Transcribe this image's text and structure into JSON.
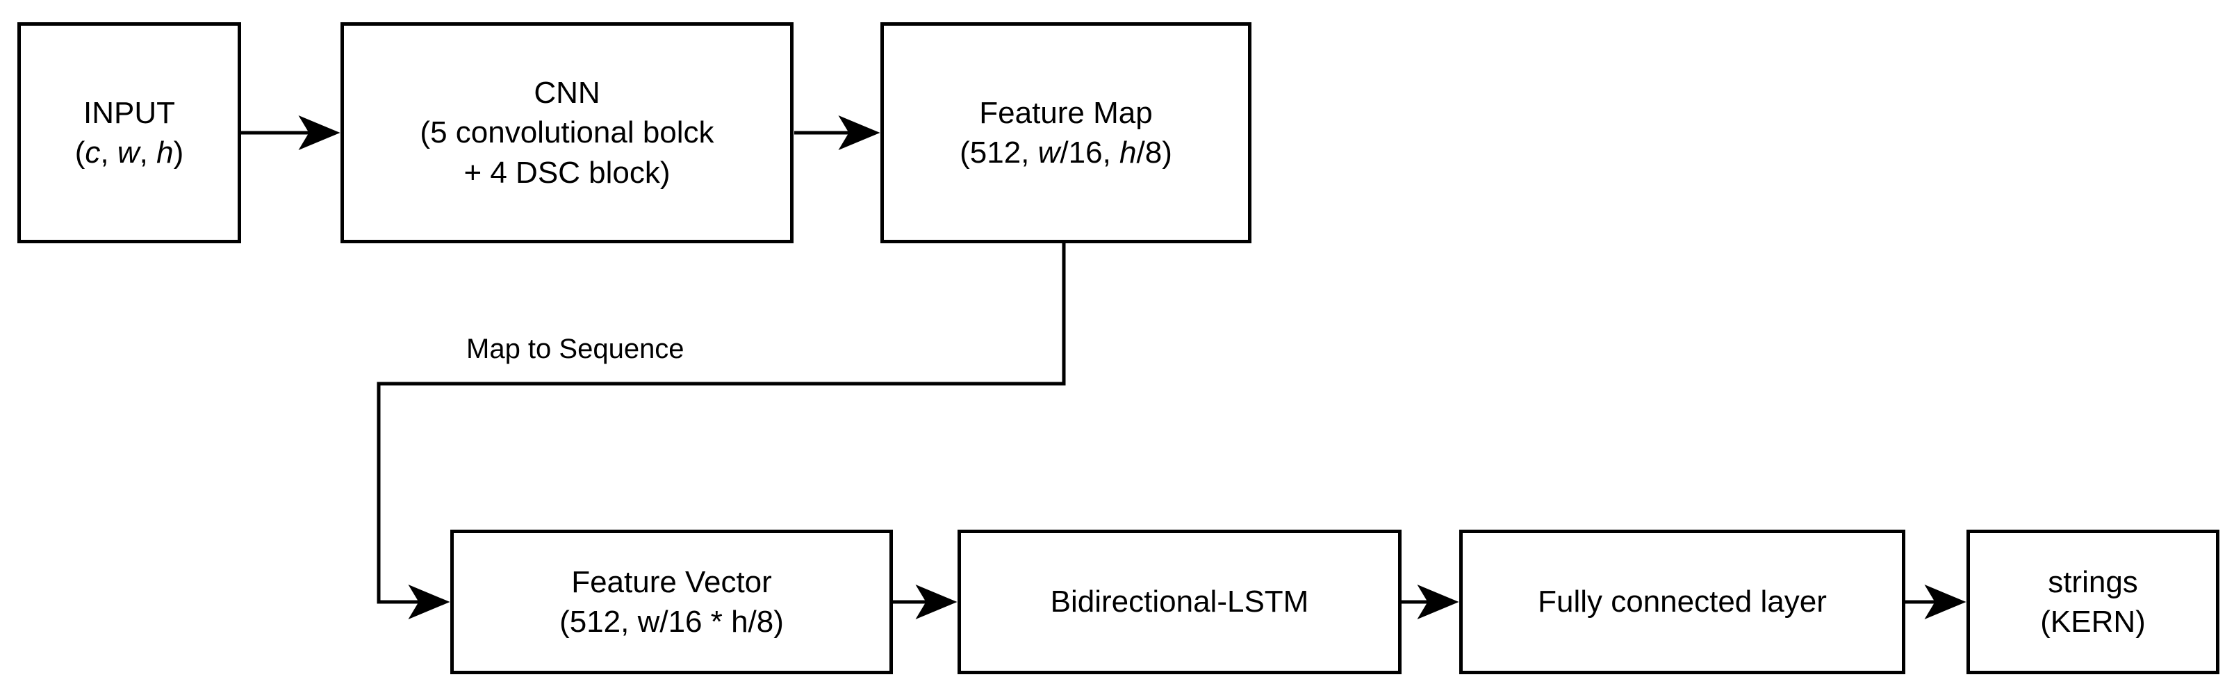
{
  "diagram": {
    "title": "CRNN pipeline for optical music/text recognition",
    "stroke_color": "#000000",
    "fill_color": "#ffffff",
    "nodes": [
      {
        "id": "input",
        "name": "input-node",
        "lines": [
          "INPUT",
          "(c, w, h)"
        ],
        "line1": "INPUT",
        "line2_pre": "(",
        "line2_a": "c",
        "line2_mid1": ", ",
        "line2_b": "w",
        "line2_mid2": ", ",
        "line2_c": "h",
        "line2_post": ")"
      },
      {
        "id": "cnn",
        "name": "cnn-node",
        "line1": "CNN",
        "line2": "(5 convolutional bolck",
        "line3": "+ 4 DSC block)"
      },
      {
        "id": "feature-map",
        "name": "feature-map-node",
        "line1": "Feature Map",
        "line2_pre": "(512, ",
        "line2_a": "w",
        "line2_mid": "/16, ",
        "line2_b": "h",
        "line2_post": "/8)"
      },
      {
        "id": "feature-vector",
        "name": "feature-vector-node",
        "line1": "Feature Vector",
        "line2": "(512, w/16 * h/8)"
      },
      {
        "id": "bilstm",
        "name": "bidirectional-lstm-node",
        "line1": "Bidirectional-LSTM"
      },
      {
        "id": "fc",
        "name": "fully-connected-layer-node",
        "line1": "Fully connected layer"
      },
      {
        "id": "strings",
        "name": "strings-output-node",
        "line1": "strings",
        "line2": "(KERN)"
      }
    ],
    "edge_labels": {
      "map_to_sequence": "Map to Sequence"
    }
  }
}
